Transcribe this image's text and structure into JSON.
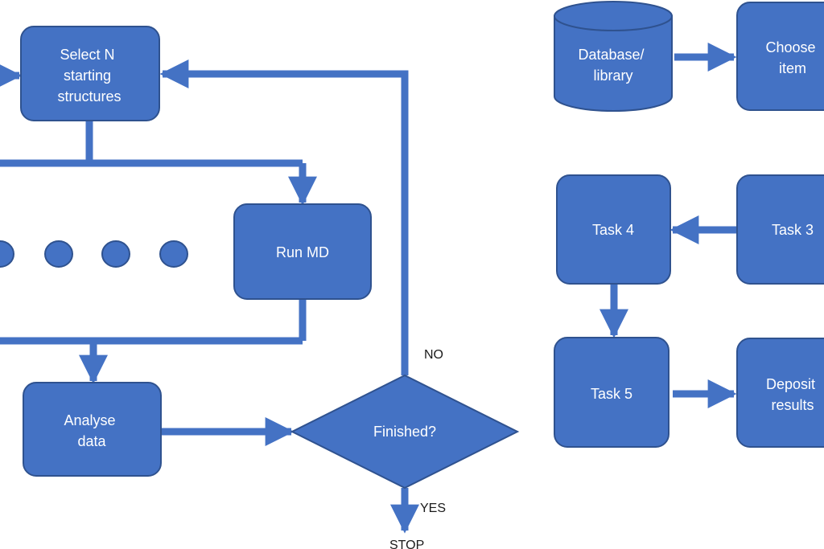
{
  "colors": {
    "node_fill": "#4472c4",
    "node_stroke": "#2f528f",
    "arrow": "#4472c4",
    "text_on_node": "#ffffff",
    "label_text": "#1a1a1a",
    "background": "#ffffff"
  },
  "left_flow": {
    "select_node": {
      "lines": [
        "Select N",
        "starting",
        "structures"
      ]
    },
    "run_md_node": {
      "lines": [
        "Run MD"
      ]
    },
    "analyse_node": {
      "lines": [
        "Analyse",
        "data"
      ]
    },
    "finished_node": {
      "lines": [
        "Finished?"
      ]
    },
    "no_label": "NO",
    "yes_label": "YES",
    "stop_label": "STOP",
    "ellipsis_count": 4
  },
  "right_flow": {
    "database_node": {
      "lines": [
        "Database/",
        "library"
      ]
    },
    "choose_node": {
      "lines": [
        "Choose",
        "item"
      ]
    },
    "task3_node": {
      "lines": [
        "Task 3"
      ]
    },
    "task4_node": {
      "lines": [
        "Task 4"
      ]
    },
    "task5_node": {
      "lines": [
        "Task 5"
      ]
    },
    "deposit_node": {
      "lines": [
        "Deposit",
        "results"
      ]
    }
  }
}
